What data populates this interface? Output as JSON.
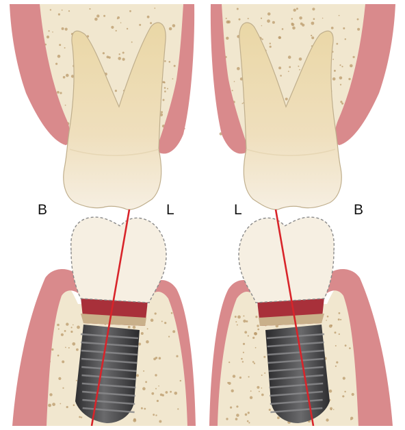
{
  "labels": {
    "left_buccal": "B",
    "left_lingual": "L",
    "right_lingual": "L",
    "right_buccal": "B"
  },
  "colors": {
    "gingiva": "#d98a8c",
    "gingiva_dark": "#c8646a",
    "bone": "#f1e7cf",
    "bone_dots": "#b99a6a",
    "tooth_root": "#ead7a6",
    "tooth_crown": "#f6efe2",
    "implant": "#4a4a4c",
    "abutment_collar": "#a8303a",
    "axis_line": "#d8242a"
  }
}
